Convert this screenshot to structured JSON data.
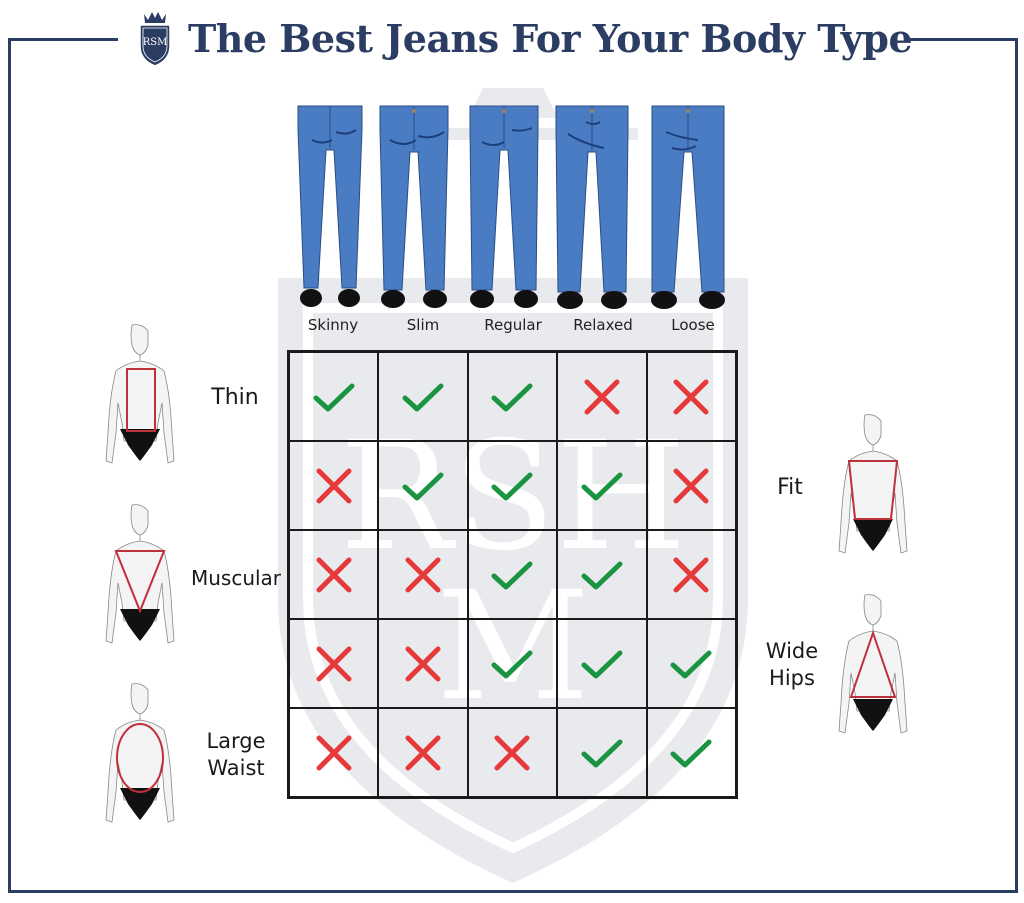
{
  "header": {
    "title": "The Best Jeans For Your Body Type",
    "logo_monogram": "RSM",
    "brand_color": "#2b3d63"
  },
  "jean_fits": [
    {
      "label": "Skinny"
    },
    {
      "label": "Slim"
    },
    {
      "label": "Regular"
    },
    {
      "label": "Relaxed"
    },
    {
      "label": "Loose"
    }
  ],
  "body_types": [
    {
      "label": "Thin",
      "shape": "rectangle",
      "side": "left"
    },
    {
      "label": "Fit",
      "shape": "trapezoid",
      "side": "right"
    },
    {
      "label": "Muscular",
      "shape": "inverted-triangle",
      "side": "left"
    },
    {
      "label_line1": "Wide",
      "label_line2": "Hips",
      "label": "Wide Hips",
      "shape": "triangle",
      "side": "right"
    },
    {
      "label_line1": "Large",
      "label_line2": "Waist",
      "label": "Large Waist",
      "shape": "oval",
      "side": "left"
    }
  ],
  "colors": {
    "check": "#1a9440",
    "cross": "#e63939",
    "jeans": "#4a7cc4",
    "outline_shape": "#c0303a",
    "watermark": "#e9eaee"
  },
  "chart_data": {
    "type": "table",
    "title": "The Best Jeans For Your Body Type",
    "columns": [
      "Skinny",
      "Slim",
      "Regular",
      "Relaxed",
      "Loose"
    ],
    "rows": [
      "Thin",
      "Fit",
      "Muscular",
      "Wide Hips",
      "Large Waist"
    ],
    "values": [
      [
        "check",
        "check",
        "check",
        "cross",
        "cross"
      ],
      [
        "cross",
        "check",
        "check",
        "check",
        "cross"
      ],
      [
        "cross",
        "cross",
        "check",
        "check",
        "cross"
      ],
      [
        "cross",
        "cross",
        "check",
        "check",
        "check"
      ],
      [
        "cross",
        "cross",
        "cross",
        "check",
        "check"
      ]
    ]
  }
}
